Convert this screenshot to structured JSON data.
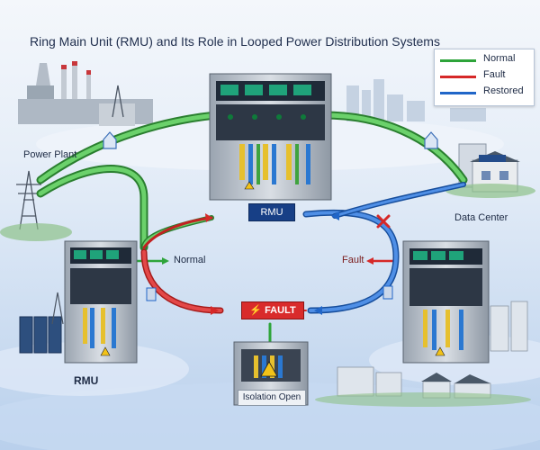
{
  "title": "Ring Main Unit (RMU) and Its Role in Looped Power Distribution Systems",
  "legend": [
    {
      "label": "Normal",
      "color": "#2ea43a"
    },
    {
      "label": "Fault",
      "color": "#d62828"
    },
    {
      "label": "Restored",
      "color": "#2166c8"
    }
  ],
  "labels": {
    "power_plant": "Power Plant",
    "data_center": "Data Center",
    "rmu_top": "RMU",
    "rmu_left": "RMU",
    "normal": "Normal",
    "fault": "Fault",
    "fault_badge": "FAULT",
    "isolation": "Isolation Open"
  },
  "icons": [
    "power-plant-icon",
    "transmission-tower-icon",
    "house-icon",
    "rmu-cabinet-icon",
    "fault-cross-icon",
    "lightning-icon",
    "warning-icon",
    "city-skyline-icon",
    "data-center-building-icon"
  ]
}
